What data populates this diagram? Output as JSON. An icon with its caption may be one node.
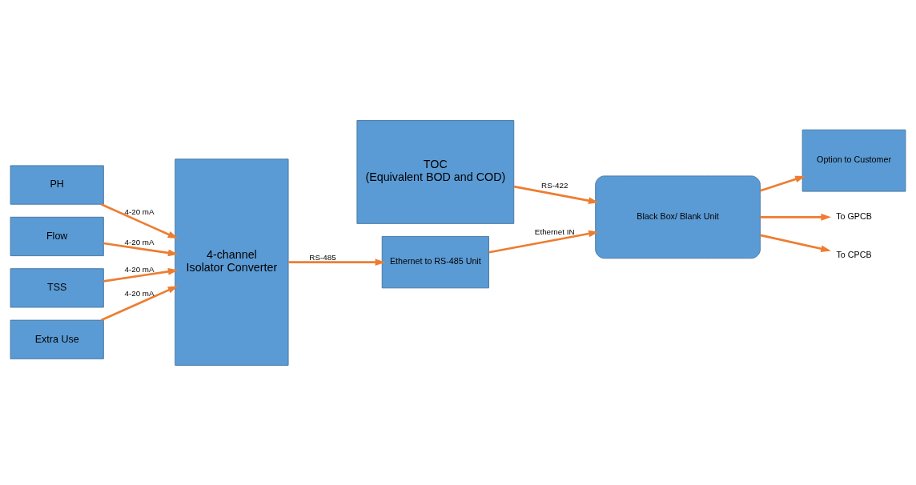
{
  "diagram": {
    "nodes": [
      {
        "text": [
          "TOC",
          "(Equivalent BOD and COD)"
        ]
      },
      {
        "text": [
          "PH"
        ]
      },
      {
        "text": [
          "Flow"
        ]
      },
      {
        "text": [
          "TSS"
        ]
      },
      {
        "text": [
          "Extra Use"
        ]
      },
      {
        "text": [
          "4-channel",
          "Isolator Converter"
        ]
      },
      {
        "text": [
          "Ethernet to RS-485 Unit"
        ]
      },
      {
        "text": [
          "Black Box/ Blank Unit"
        ]
      },
      {
        "text": [
          "Option to Customer"
        ]
      },
      {
        "text": [
          "To GPCB"
        ]
      },
      {
        "text": [
          "To CPCB"
        ]
      }
    ],
    "edges": [
      {
        "from": 0,
        "to": 7,
        "arrow": "to",
        "label": "RS-422"
      },
      {
        "from": 1,
        "to": 5,
        "arrow": "to",
        "label": "4-20 mA"
      },
      {
        "from": 2,
        "to": 5,
        "arrow": "to",
        "label": "4-20 mA"
      },
      {
        "from": 3,
        "to": 5,
        "arrow": "to",
        "label": "4-20 mA"
      },
      {
        "from": 4,
        "to": 5,
        "arrow": "to",
        "label": "4-20 mA"
      },
      {
        "from": 5,
        "to": 6,
        "arrow": "to",
        "label": "RS-485"
      },
      {
        "from": 6,
        "to": 7,
        "arrow": "to",
        "label": "Ethernet IN"
      },
      {
        "from": 7,
        "to": 9,
        "arrow": "to"
      },
      {
        "from": 7,
        "to": 10,
        "arrow": "to"
      },
      {
        "from": 7,
        "to": 8,
        "arrow": "to"
      }
    ]
  }
}
